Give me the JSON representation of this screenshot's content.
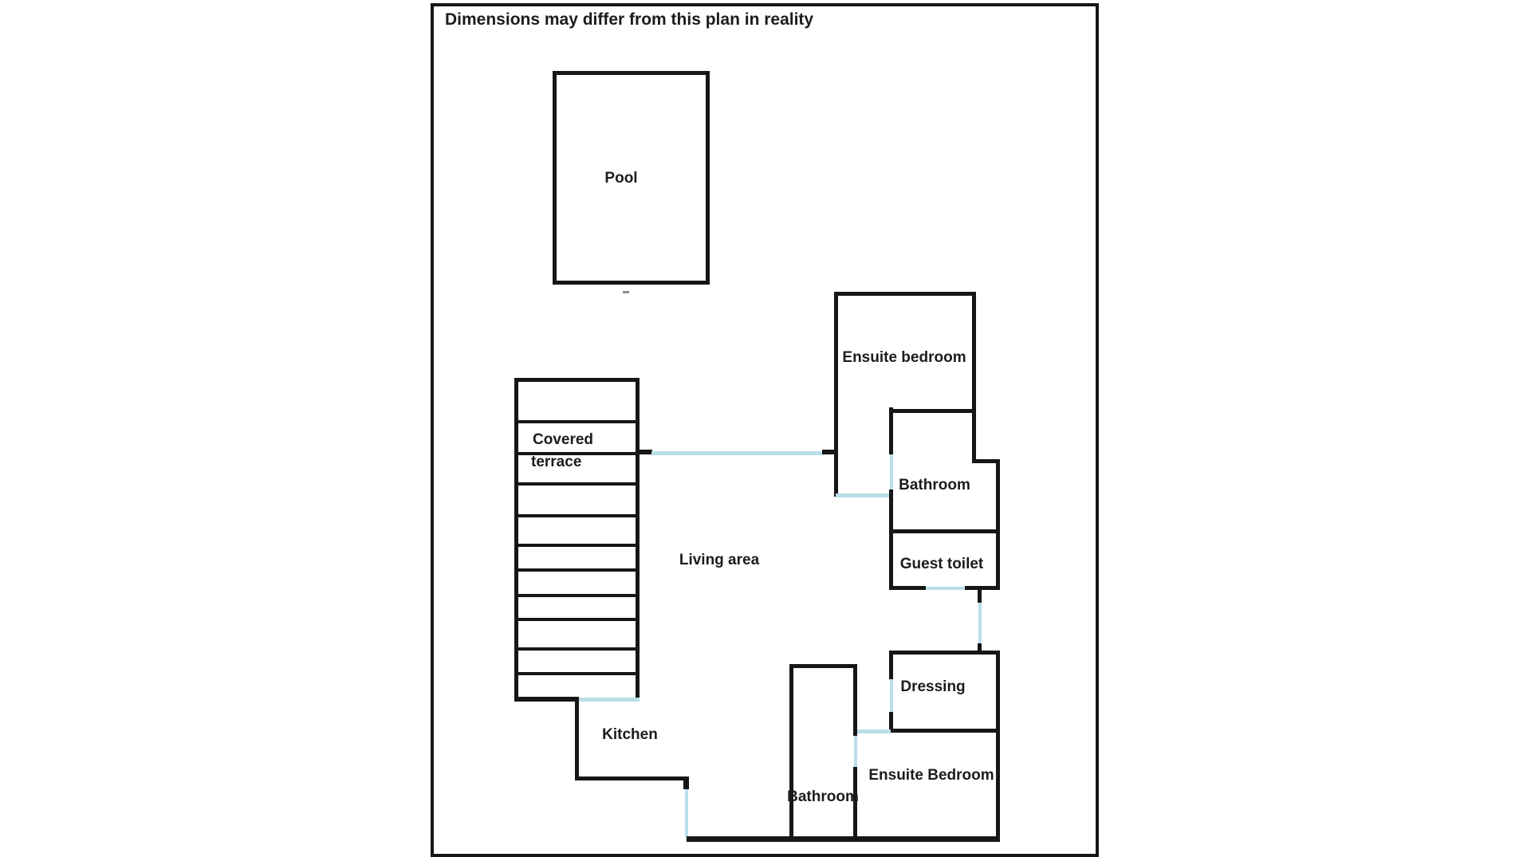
{
  "plan": {
    "disclaimer": "Dimensions may differ from this plan in reality",
    "labels": {
      "pool": "Pool",
      "covered_terrace": [
        "Covered",
        "terrace"
      ],
      "living_area": "Living area",
      "ensuite_bedroom_top": "Ensuite bedroom",
      "bathroom_top": "Bathroom",
      "guest_toilet": "Guest toilet",
      "dressing": "Dressing",
      "ensuite_bedroom_bottom": "Ensuite Bedroom",
      "bathroom_bottom": "Bathroom",
      "kitchen": "Kitchen"
    },
    "colors": {
      "wall": "#161616",
      "door_opening": "#b9dfe9",
      "text": "#1c1c1c"
    }
  }
}
